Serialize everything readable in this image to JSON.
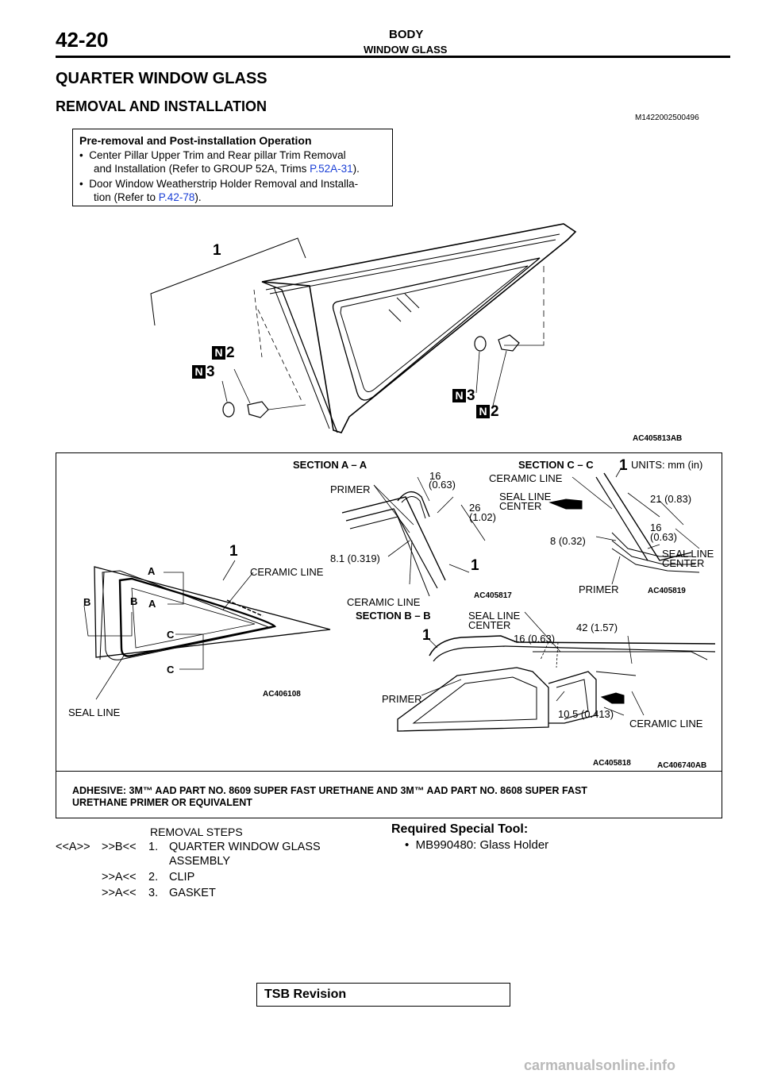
{
  "header": {
    "page_number": "42-20",
    "section": "BODY",
    "subsection": "WINDOW GLASS"
  },
  "title": "QUARTER WINDOW GLASS",
  "subtitle": "REMOVAL AND INSTALLATION",
  "doc_code": "M1422002500496",
  "pre_op_box": {
    "heading": "Pre-removal and Post-installation Operation",
    "items": [
      {
        "line1": "Center Pillar Upper Trim and Rear pillar Trim Removal",
        "line2": "and Installation (Refer to GROUP 52A, Trims ",
        "link": "P.52A-31",
        "tail": ")."
      },
      {
        "line1": "Door Window Weatherstrip Holder Removal and Installa-",
        "line2": "tion (Refer to ",
        "link": "P.42-78",
        "tail": ")."
      }
    ]
  },
  "figure_top": {
    "callouts": [
      "1",
      "2",
      "3",
      "3",
      "2"
    ],
    "n_badge": "N",
    "fig_id": "AC405813",
    "fig_suffix": "AB"
  },
  "figure_sections": {
    "units": "UNITS: mm (in)",
    "section_aa": {
      "title": "SECTION A – A",
      "primer": "PRIMER",
      "dim_16": "16",
      "dim_16_in": "(0.63)",
      "dim_26": "26",
      "dim_26_in": "(1.02)",
      "seal_line": "SEAL LINE",
      "center": "CENTER",
      "dim_81": "8.1 (0.319)",
      "ceramic": "CERAMIC LINE",
      "callout": "1",
      "fig_id": "AC405817"
    },
    "section_cc": {
      "title": "SECTION C – C",
      "callout": "1",
      "ceramic": "CERAMIC LINE",
      "dim_21": "21 (0.83)",
      "dim_8": "8 (0.32)",
      "dim_16": "16",
      "dim_16_in": "(0.63)",
      "seal_line": "SEAL LINE",
      "center": "CENTER",
      "primer": "PRIMER",
      "fig_id": "AC405819"
    },
    "overview": {
      "callout": "1",
      "ceramic": "CERAMIC LINE",
      "a": "A",
      "b": "B",
      "c": "C",
      "seal_line": "SEAL LINE",
      "fig_id": "AC406108"
    },
    "section_bb": {
      "title": "SECTION B – B",
      "seal_line": "SEAL LINE",
      "center": "CENTER",
      "dim_42": "42 (1.57)",
      "dim_16": "16 (0.63)",
      "callout": "1",
      "primer": "PRIMER",
      "dim_105": "10.5 (0.413)",
      "ceramic": "CERAMIC LINE",
      "fig_id": "AC405818"
    },
    "fig_id": "AC406740",
    "fig_suffix": "AB",
    "adhesive_line1": "ADHESIVE: 3M™ AAD PART NO. 8609 SUPER FAST URETHANE AND 3M™ AAD PART NO. 8608 SUPER FAST",
    "adhesive_line2": "URETHANE PRIMER OR EQUIVALENT"
  },
  "removal_steps": {
    "heading": "REMOVAL STEPS",
    "steps": [
      {
        "ref1": "<<A>>",
        "ref2": ">>B<<",
        "num": "1.",
        "text1": "QUARTER WINDOW GLASS",
        "text2": "ASSEMBLY"
      },
      {
        "ref1": "",
        "ref2": ">>A<<",
        "num": "2.",
        "text1": "CLIP",
        "text2": ""
      },
      {
        "ref1": "",
        "ref2": ">>A<<",
        "num": "3.",
        "text1": "GASKET",
        "text2": ""
      }
    ]
  },
  "special_tool": {
    "heading": "Required Special Tool:",
    "items": [
      "MB990480: Glass Holder"
    ]
  },
  "footer": {
    "tsb": "TSB Revision",
    "watermark": "carmanualsonline.info"
  }
}
